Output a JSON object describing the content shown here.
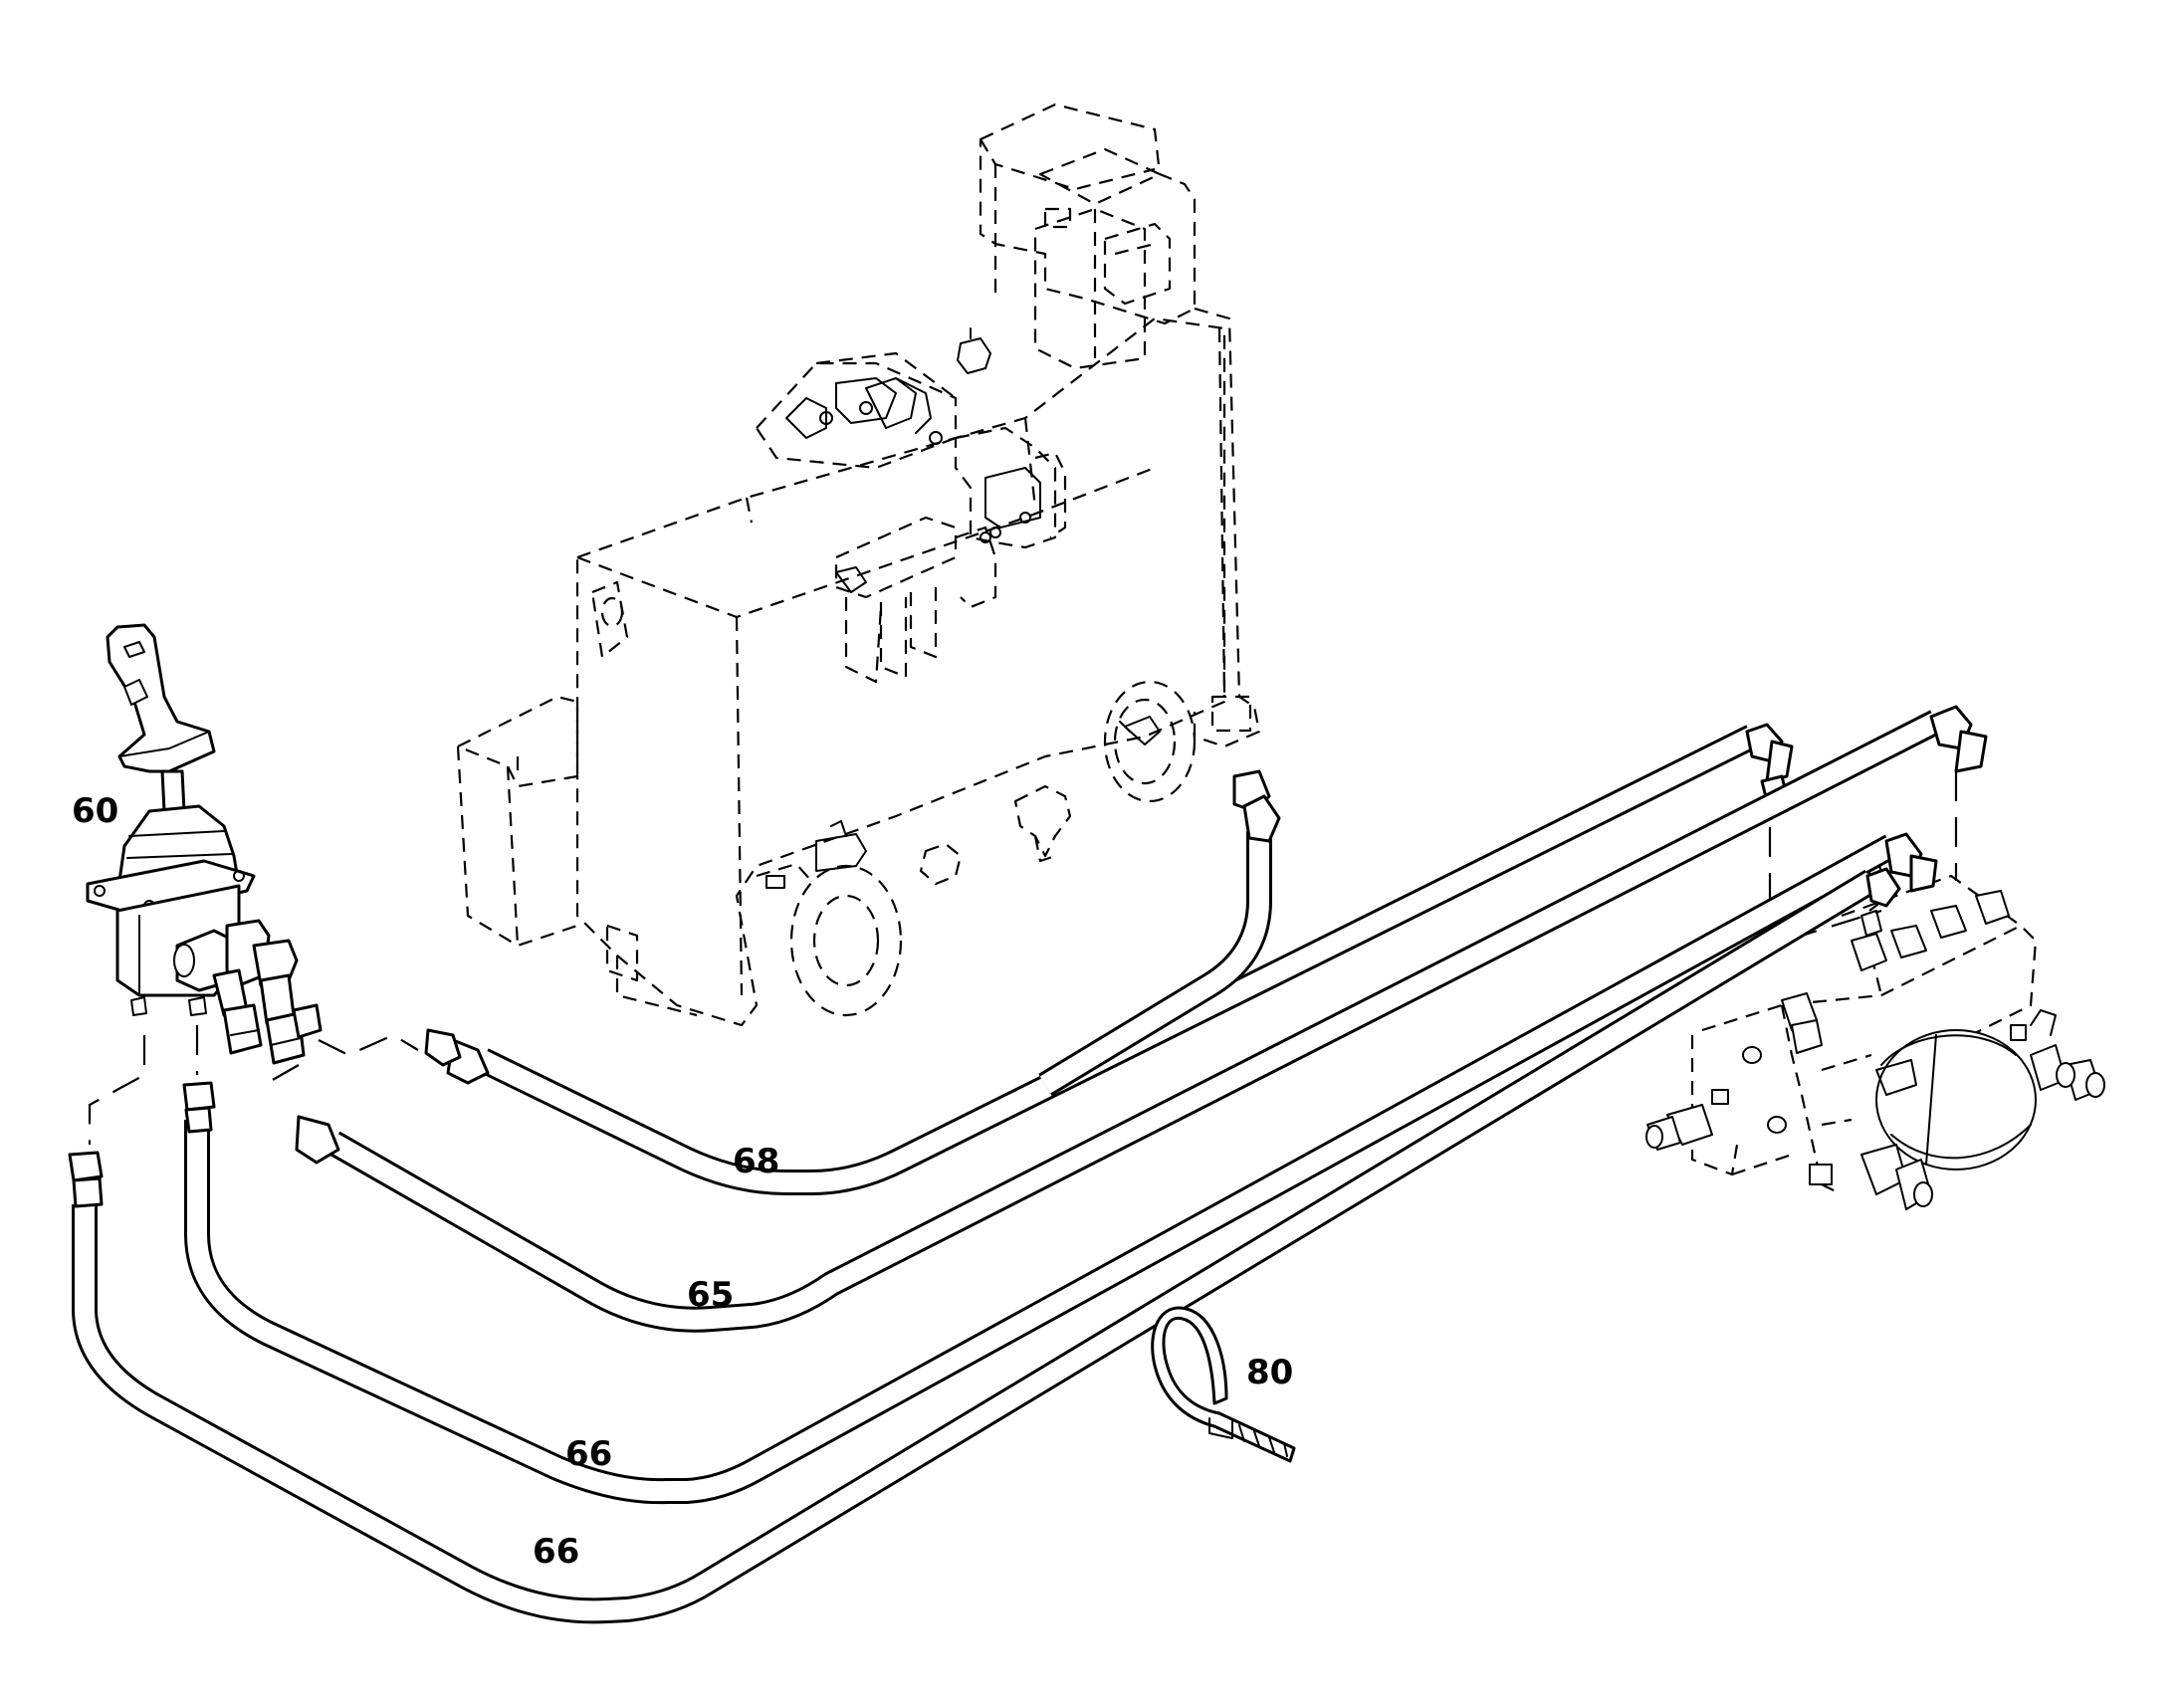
{
  "callouts": {
    "joystick": "60",
    "hose_top": "68",
    "hose_second": "65",
    "hose_third": "66",
    "hose_bottom": "66",
    "cable_tie": "80"
  }
}
